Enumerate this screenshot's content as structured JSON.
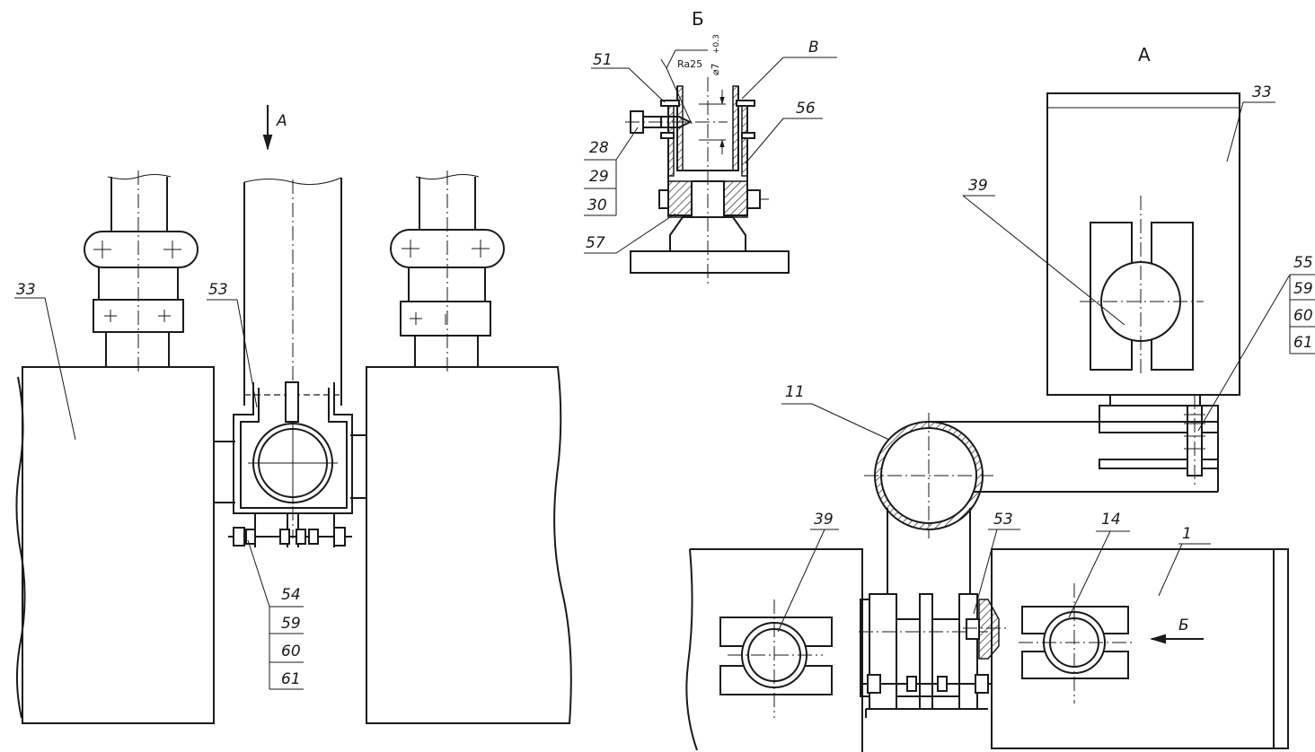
{
  "views": {
    "left": {
      "view_arrow": "А",
      "labels": {
        "body_33": "33",
        "part_53": "53"
      },
      "callout_stack": [
        "54",
        "59",
        "60",
        "61"
      ]
    },
    "section_b": {
      "title": "Б",
      "labels": {
        "part_51": "51",
        "detail_v": "В",
        "part_56": "56",
        "part_57": "57",
        "roughness": "Ra25",
        "diameter": "⌀7",
        "tolerance": "+0.3"
      },
      "callout_stack": [
        "28",
        "29",
        "30"
      ]
    },
    "view_a": {
      "title": "А",
      "labels": {
        "body_33": "33",
        "part_39": "39"
      },
      "callout_stack": [
        "55",
        "59",
        "60",
        "61"
      ]
    },
    "right": {
      "labels": {
        "part_11": "11",
        "part_39": "39",
        "part_53": "53",
        "part_14": "14",
        "part_1": "1",
        "section_arrow": "Б"
      }
    }
  }
}
